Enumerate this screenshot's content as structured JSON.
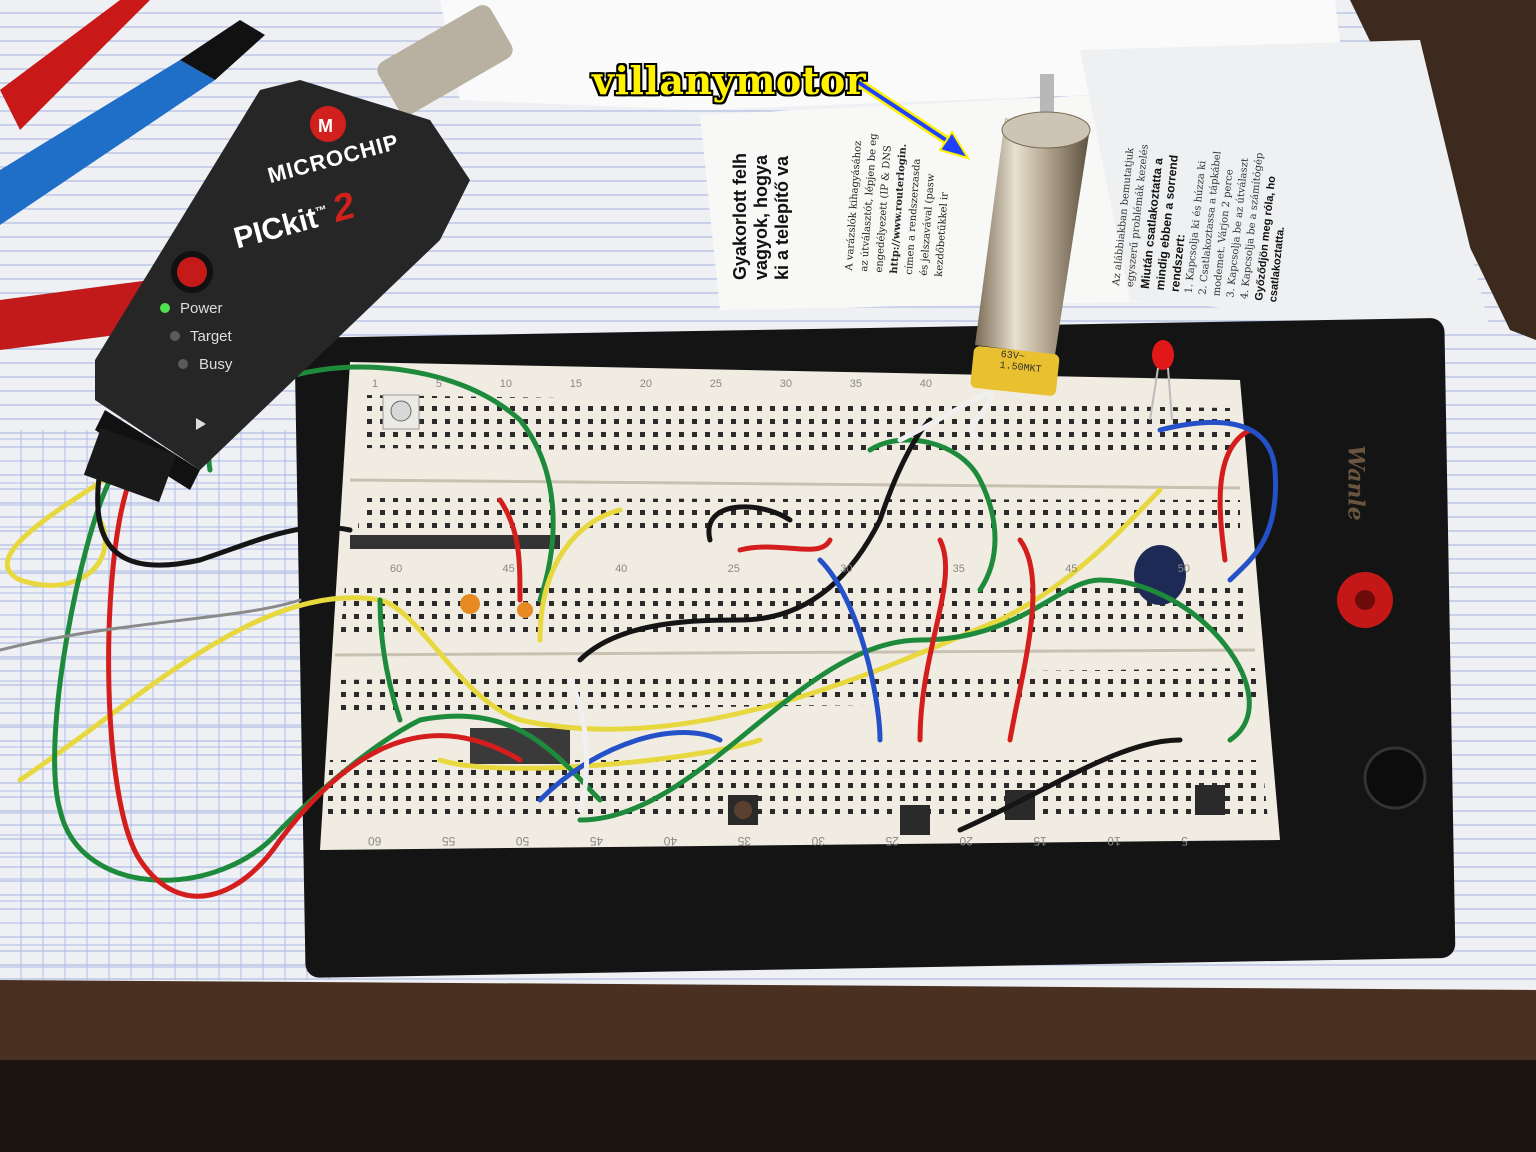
{
  "annotation": {
    "label": "villanymotor",
    "arrow_color": "#2040ff",
    "arrow_outline": "#fff200"
  },
  "programmer": {
    "brand": "MICROCHIP",
    "model": "PICkit",
    "model_tm": "™",
    "model_number": "2",
    "leds": [
      "Power",
      "Target",
      "Busy"
    ],
    "body_color": "#262626"
  },
  "document": {
    "heading_lines": [
      "Gyakorlott felh",
      "vagyok, hogya",
      "ki a telepítő va"
    ],
    "body_lines": [
      "A varázslók kihagyásához",
      "az útválasztót, lépjen be eg",
      "engedélyezett (IP & DNS",
      "http://www.routerlogin.",
      "címen a rendszerzasda",
      "és jelszavával (pasw",
      "kezdőbetűkkel ir"
    ],
    "right_heading_lines": [
      "Miután csatlakoztatta a",
      "mindig ebben a sorrend",
      "rendszert:"
    ],
    "right_body_lines": [
      "Az alábbiakban bemutatjuk",
      "egyszerű problémák kezelés",
      "1. Kapcsolja ki és húzza ki",
      "2. Csatlakoztassa a tápkábel",
      "modemet. Várjon 2 perce",
      "3. Kapcsolja be az útválaszt",
      "4. Kapcsolja be a számítógép",
      "Győződjön meg róla, ho",
      "csatlakoztatta."
    ]
  },
  "breadboard": {
    "column_numbers_top": [
      "1",
      "5",
      "10",
      "15",
      "20",
      "25",
      "30",
      "35",
      "40"
    ],
    "column_numbers_bottom": [
      "60",
      "55",
      "50",
      "45",
      "40",
      "35",
      "30",
      "25",
      "20",
      "15",
      "10",
      "5"
    ],
    "row_numbers_mid": [
      "60",
      "45",
      "40",
      "25",
      "30",
      "35",
      "45",
      "50"
    ],
    "base_label": "Wanle",
    "capacitor_text": [
      "63V~",
      "1.50MKT"
    ]
  },
  "colors": {
    "wire_green": "#1e8a3c",
    "wire_yellow": "#e8d840",
    "wire_red": "#d41e1e",
    "wire_black": "#151515",
    "wire_blue": "#2450c8",
    "wire_white": "#f0f0f0",
    "breadboard": "#f1ece2",
    "paper": "#eeeff2"
  }
}
